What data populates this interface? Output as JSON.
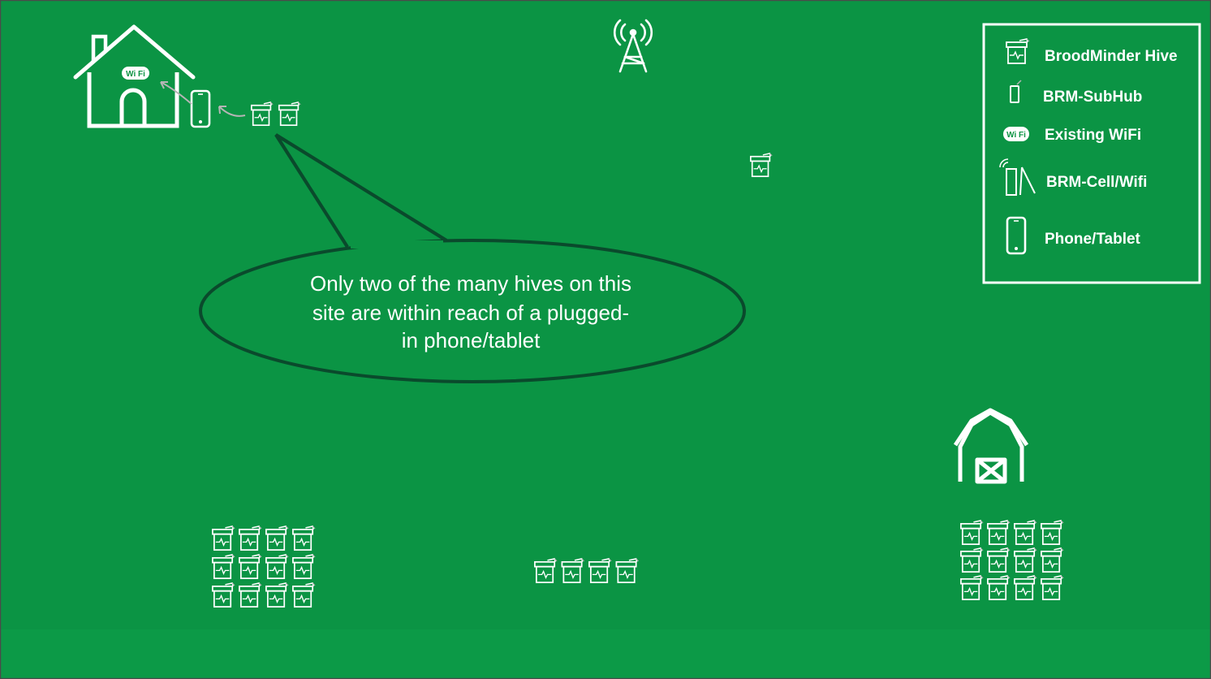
{
  "colors": {
    "background": "#0b9444",
    "bottom_band": "#0c9a47",
    "border": "#4a4a4a",
    "line": "#ffffff",
    "bubble_outline": "#0a4a2c",
    "arrow": "#b5b5b5"
  },
  "legend": {
    "items": [
      {
        "icon": "hive-icon",
        "label": "BroodMinder Hive"
      },
      {
        "icon": "subhub-icon",
        "label": "BRM-SubHub"
      },
      {
        "icon": "wifi-icon",
        "label": "Existing WiFi"
      },
      {
        "icon": "cell-wifi-icon",
        "label": "BRM-Cell/Wifi"
      },
      {
        "icon": "phone-icon",
        "label": "Phone/Tablet"
      }
    ]
  },
  "callout": {
    "lines": [
      "Only two of the many hives on this",
      "site are within reach of a plugged-",
      "in phone/tablet"
    ]
  },
  "house": {
    "wifi_text": "Wi Fi"
  },
  "groups": {
    "near_house": {
      "rows": 1,
      "cols": 2
    },
    "lone": {
      "rows": 1,
      "cols": 1
    },
    "bottom_left": {
      "rows": 3,
      "cols": 4
    },
    "bottom_middle": {
      "rows": 1,
      "cols": 4
    },
    "bottom_right": {
      "rows": 3,
      "cols": 4
    }
  }
}
